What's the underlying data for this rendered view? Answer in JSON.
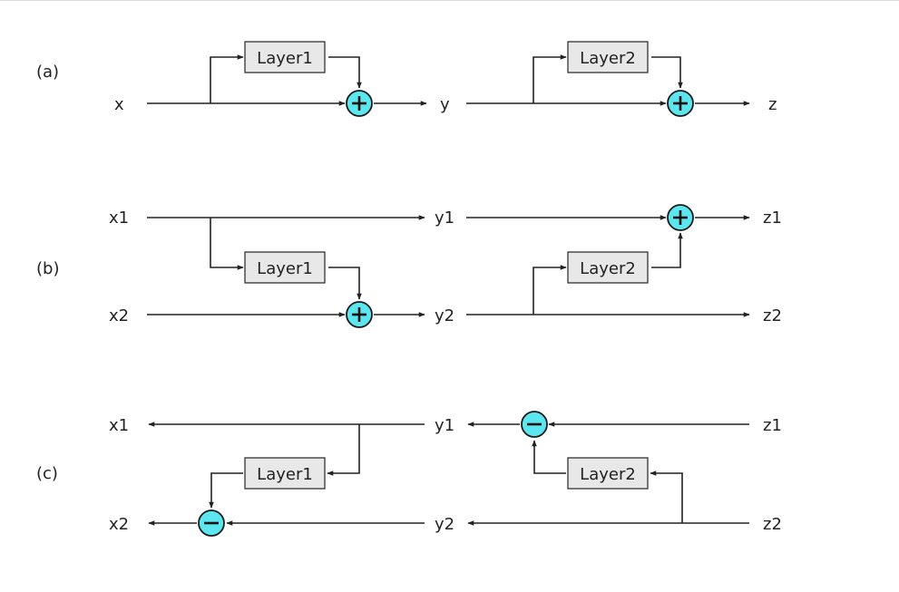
{
  "panels": {
    "a": {
      "label": "(a)",
      "left": {
        "input": "x",
        "output": "y",
        "layer": "Layer1",
        "op": "+"
      },
      "right": {
        "input": "y",
        "output": "z",
        "layer": "Layer2",
        "op": "+"
      }
    },
    "b": {
      "label": "(b)",
      "left": {
        "in1": "x1",
        "in2": "x2",
        "out1": "y1",
        "out2": "y2",
        "layer": "Layer1",
        "op": "+"
      },
      "right": {
        "in1": "y1",
        "in2": "y2",
        "out1": "z1",
        "out2": "z2",
        "layer": "Layer2",
        "op": "+"
      }
    },
    "c": {
      "label": "(c)",
      "left": {
        "out1": "x1",
        "out2": "x2",
        "in1": "y1",
        "in2": "y2",
        "layer": "Layer1",
        "op": "−"
      },
      "right": {
        "out1": "y1",
        "out2": "y2",
        "in1": "z1",
        "in2": "z2",
        "layer": "Layer2",
        "op": "−"
      }
    }
  },
  "colors": {
    "operator_fill": "#5be6f0",
    "layer_box_fill": "#e8e8e8",
    "line": "#222222"
  },
  "icons": {
    "add": "plus-circle-icon",
    "subtract": "minus-circle-icon",
    "arrow": "arrowhead-icon"
  }
}
